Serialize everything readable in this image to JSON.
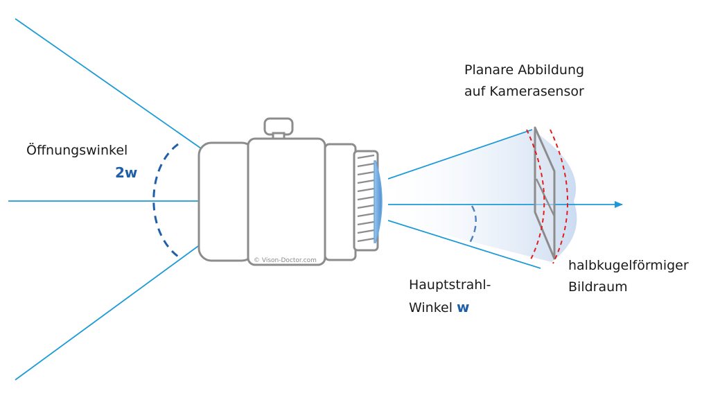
{
  "labels": {
    "opening_angle": "Öffnungswinkel",
    "opening_angle_symbol": "2w",
    "sensor_line1": "Planare Abbildung",
    "sensor_line2": "auf Kamerasensor",
    "chief_ray_line1": "Hauptstrahl-",
    "chief_ray_line2": "Winkel",
    "chief_ray_symbol": "w",
    "image_space_line1": "halbkugelförmiger",
    "image_space_line2": "Bildraum",
    "copyright": "© Vison-Doctor.com"
  },
  "colors": {
    "ray": "#1c9ad6",
    "angle_arc": "#1f5fa8",
    "lens_body": "#8c8c8c",
    "lens_glass": "#6aa8de",
    "image_cone": "#dfe9f6",
    "curved_field": "#e01e1e",
    "accent_text": "#1f5fa8"
  }
}
